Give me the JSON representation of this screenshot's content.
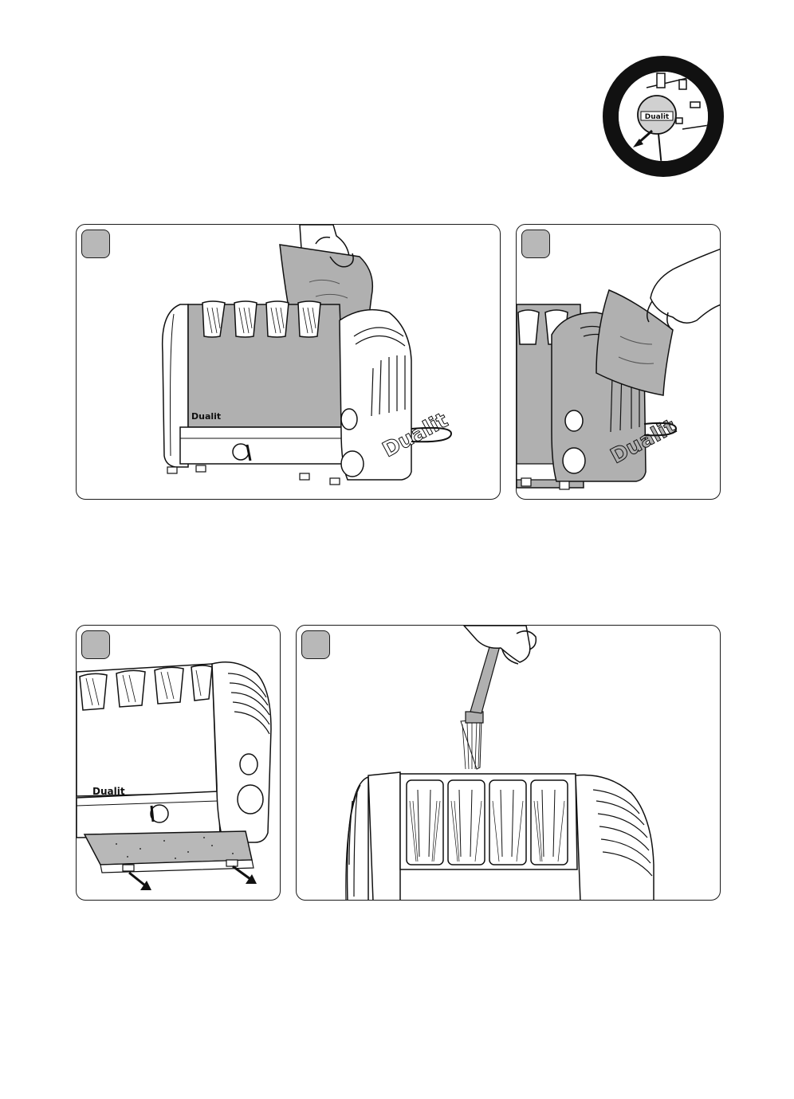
{
  "brand": "Dualit",
  "colors": {
    "outline": "#1a1a1a",
    "body_grey": "#b0b0b0",
    "badge_grey": "#b8b8b8",
    "light_grey": "#d8d8d8",
    "chrome": "#ffffff"
  },
  "icons": {
    "inset": "unplug-icon",
    "panel_1": "toaster-wipe-front-illustration",
    "panel_2": "toaster-wipe-side-illustration",
    "panel_3": "crumb-tray-removal-illustration",
    "panel_4": "brush-slots-illustration"
  }
}
